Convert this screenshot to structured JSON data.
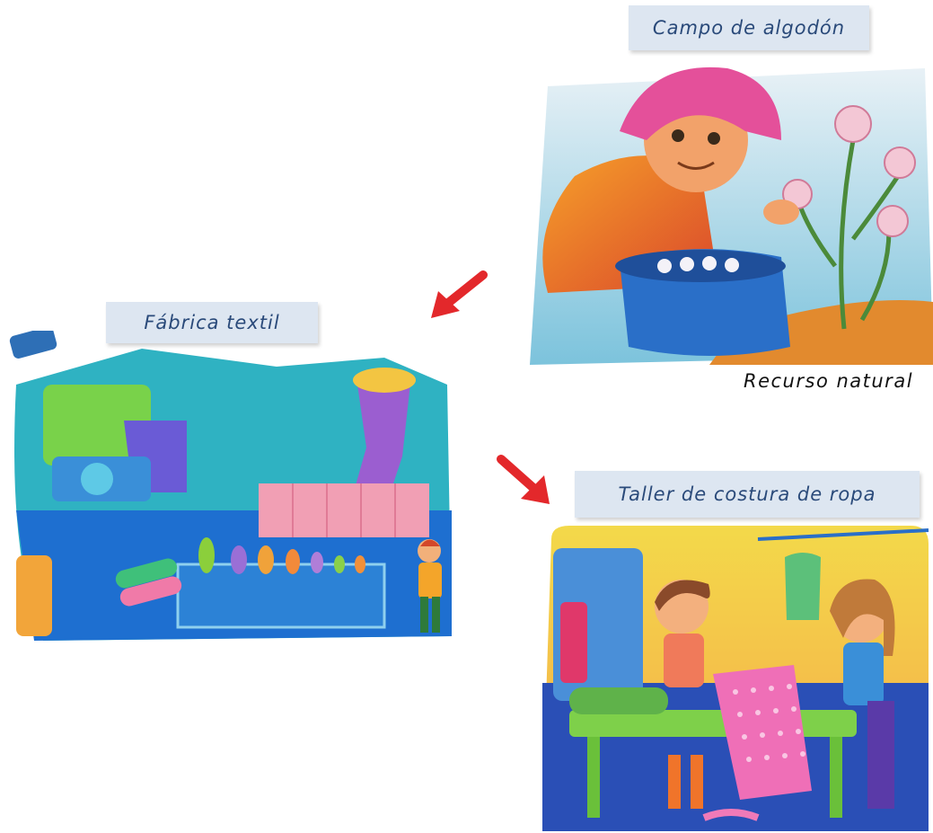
{
  "stages": {
    "cotton_field": {
      "label": "Campo de algodón"
    },
    "textile_factory": {
      "label": "Fábrica textil"
    },
    "sewing_workshop": {
      "label": "Taller de costura de ropa"
    }
  },
  "notes": {
    "natural_resource": "Recurso natural"
  },
  "colors": {
    "arrow": "#e3282b",
    "label_bg": "#dde6f1",
    "label_text": "#2a4a7a"
  },
  "icons": [
    "arrow-down-left-icon",
    "arrow-down-right-icon"
  ]
}
